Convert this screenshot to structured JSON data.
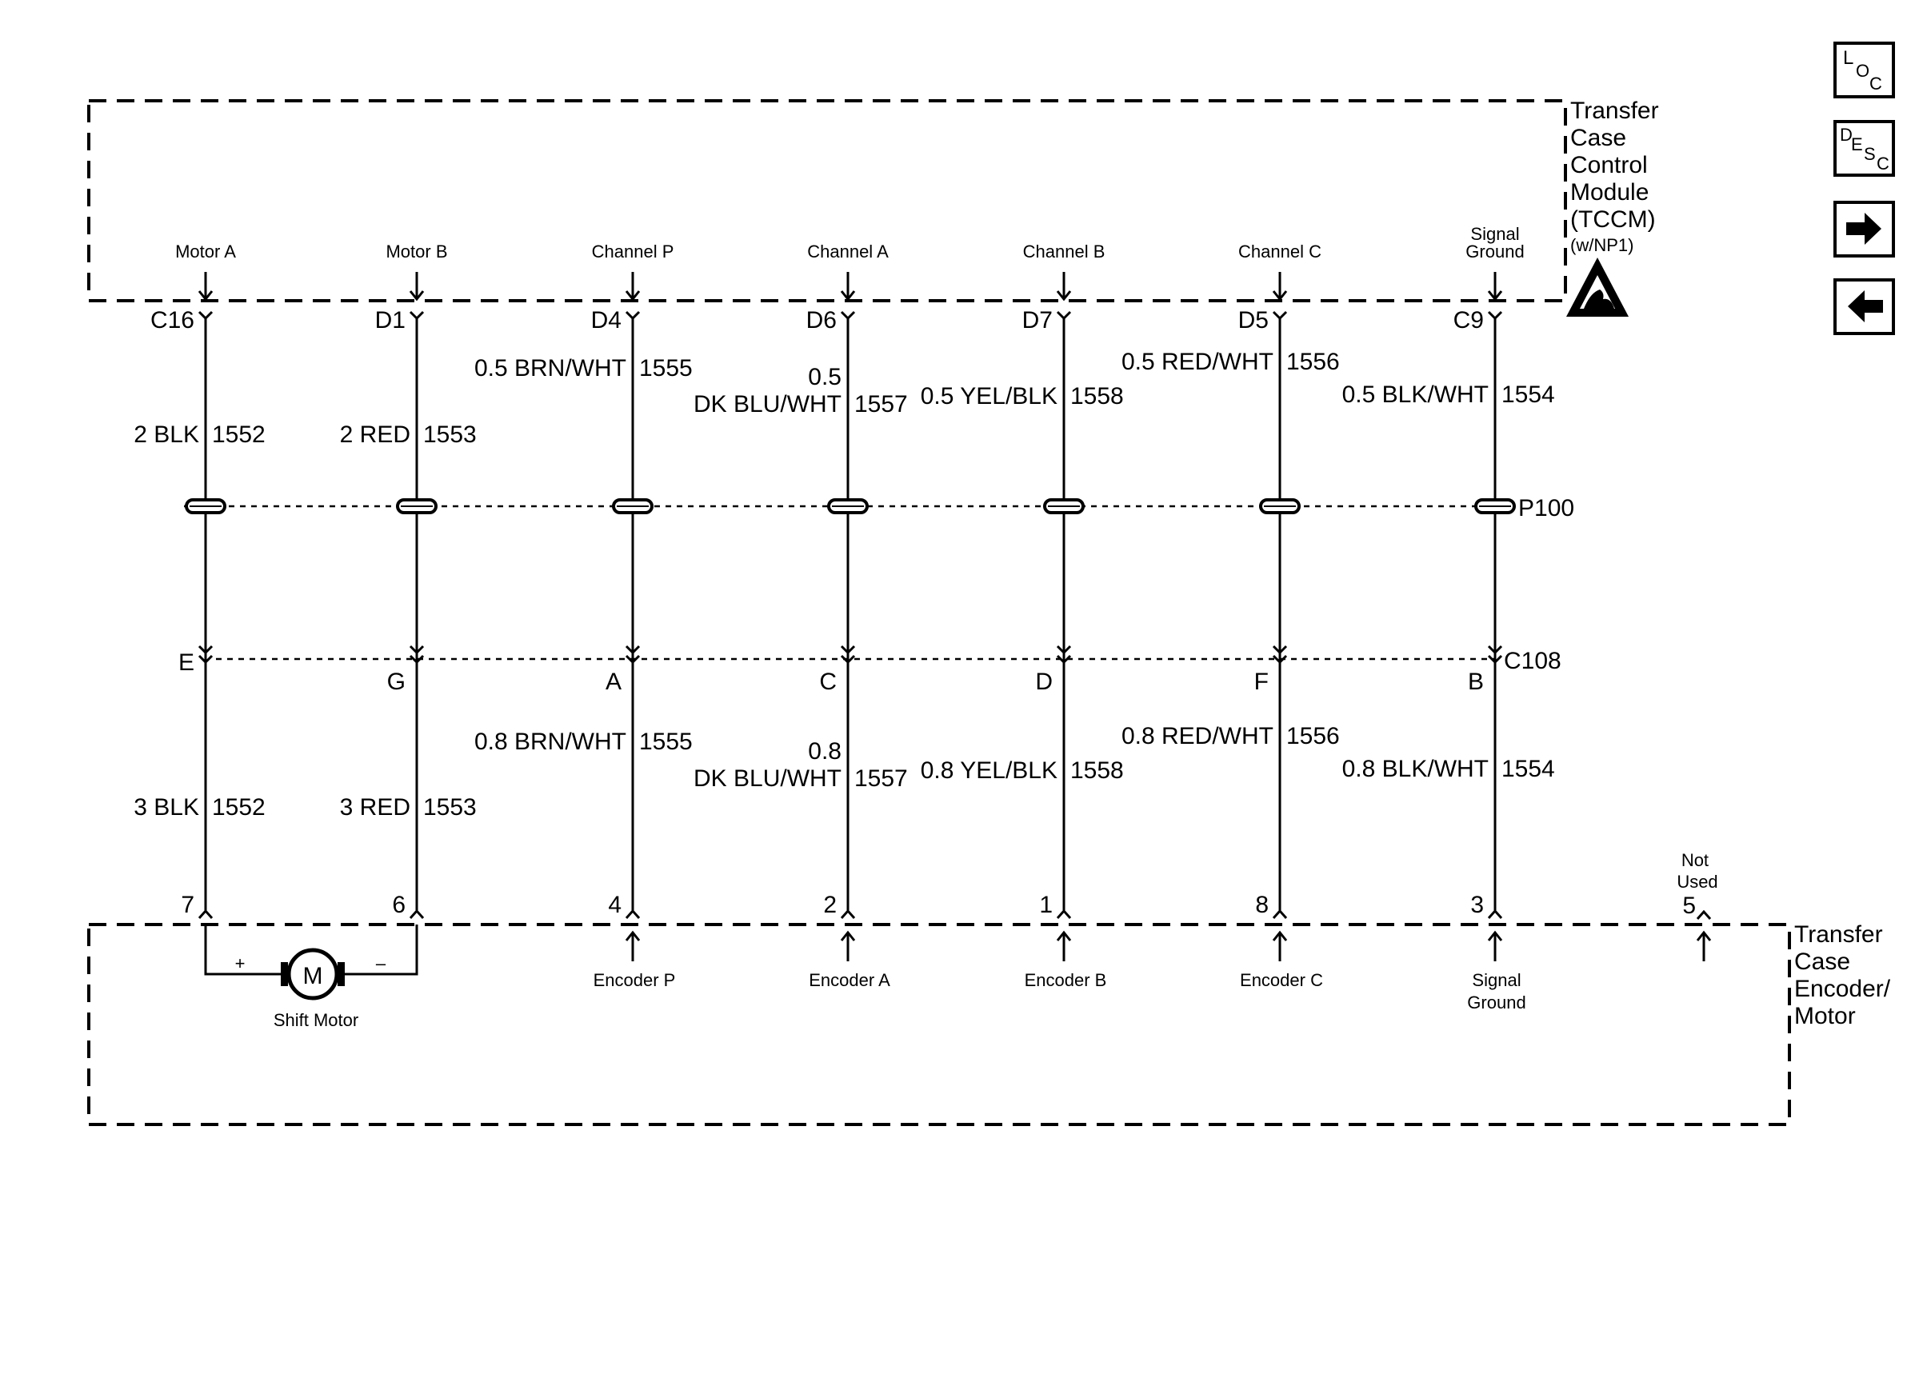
{
  "tccm": {
    "name_lines": [
      "Transfer",
      "Case",
      "Control",
      "Module",
      "(TCCM)"
    ],
    "note": "(w/NP1)"
  },
  "encoder_module": {
    "name_lines": [
      "Transfer",
      "Case",
      "Encoder/",
      "Motor"
    ]
  },
  "splice_connector": "P100",
  "inline_connector": "C108",
  "circuits": [
    {
      "tccm_label": [
        "Motor A"
      ],
      "tccm_pin": "C16",
      "upper_wire": [
        "2 BLK"
      ],
      "circuit": "1552",
      "c108_pin": "E",
      "lower_wire": [
        "3 BLK"
      ],
      "enc_pin": "7",
      "enc_label": []
    },
    {
      "tccm_label": [
        "Motor B"
      ],
      "tccm_pin": "D1",
      "upper_wire": [
        "2 RED"
      ],
      "circuit": "1553",
      "c108_pin": "G",
      "lower_wire": [
        "3 RED"
      ],
      "enc_pin": "6",
      "enc_label": []
    },
    {
      "tccm_label": [
        "Channel P"
      ],
      "tccm_pin": "D4",
      "upper_wire": [
        "0.5 BRN/WHT"
      ],
      "circuit": "1555",
      "c108_pin": "A",
      "lower_wire": [
        "0.8 BRN/WHT"
      ],
      "enc_pin": "4",
      "enc_label": [
        "Encoder P"
      ]
    },
    {
      "tccm_label": [
        "Channel A"
      ],
      "tccm_pin": "D6",
      "upper_wire": [
        "0.5",
        "DK BLU/WHT"
      ],
      "circuit": "1557",
      "c108_pin": "C",
      "lower_wire": [
        "0.8",
        "DK BLU/WHT"
      ],
      "enc_pin": "2",
      "enc_label": [
        "Encoder A"
      ]
    },
    {
      "tccm_label": [
        "Channel B"
      ],
      "tccm_pin": "D7",
      "upper_wire": [
        "0.5 YEL/BLK"
      ],
      "circuit": "1558",
      "c108_pin": "D",
      "lower_wire": [
        "0.8 YEL/BLK"
      ],
      "enc_pin": "1",
      "enc_label": [
        "Encoder B"
      ]
    },
    {
      "tccm_label": [
        "Channel C"
      ],
      "tccm_pin": "D5",
      "upper_wire": [
        "0.5 RED/WHT"
      ],
      "circuit": "1556",
      "c108_pin": "F",
      "lower_wire": [
        "0.8 RED/WHT"
      ],
      "enc_pin": "8",
      "enc_label": [
        "Encoder C"
      ]
    },
    {
      "tccm_label": [
        "Signal",
        "Ground"
      ],
      "tccm_pin": "C9",
      "upper_wire": [
        "0.5 BLK/WHT"
      ],
      "circuit": "1554",
      "c108_pin": "B",
      "lower_wire": [
        "0.8 BLK/WHT"
      ],
      "enc_pin": "3",
      "enc_label": [
        "Signal",
        "Ground"
      ]
    }
  ],
  "unused_pin": {
    "pin": "5",
    "label_lines": [
      "Not",
      "Used"
    ]
  },
  "shift_motor": {
    "symbol": "M",
    "label": "Shift Motor",
    "plus": "+",
    "minus": "–"
  },
  "nav_buttons": [
    {
      "name": "location-button",
      "main": "L",
      "subs": [
        "O",
        "C"
      ]
    },
    {
      "name": "description-button",
      "main": "D",
      "subs": [
        "E",
        "S",
        "C"
      ]
    },
    {
      "name": "next-button",
      "icon": "arrow-right-icon"
    },
    {
      "name": "previous-button",
      "icon": "arrow-left-icon"
    }
  ]
}
